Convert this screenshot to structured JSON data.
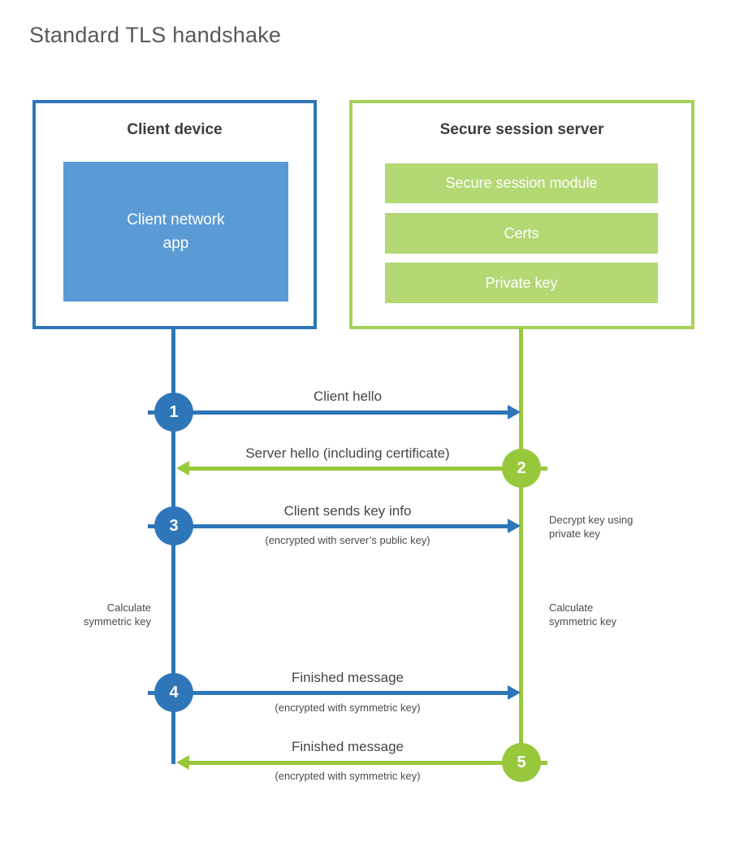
{
  "title": "Standard TLS handshake",
  "colors": {
    "blue_primary": "#2e76b8",
    "blue_fill": "#5b9bd5",
    "green_primary": "#97c83c",
    "green_border": "#a5d158",
    "green_fill": "#b3d874"
  },
  "client": {
    "title": "Client device",
    "app_label": "Client network\napp"
  },
  "server": {
    "title": "Secure session server",
    "modules": [
      "Secure session module",
      "Certs",
      "Private key"
    ]
  },
  "steps": [
    {
      "num": "1",
      "direction": "right",
      "actor": "client",
      "label": "Client hello",
      "sublabel": ""
    },
    {
      "num": "2",
      "direction": "left",
      "actor": "server",
      "label": "Server hello (including certificate)",
      "sublabel": ""
    },
    {
      "num": "3",
      "direction": "right",
      "actor": "client",
      "label": "Client sends key info",
      "sublabel": "(encrypted with server’s public key)"
    },
    {
      "num": "4",
      "direction": "right",
      "actor": "client",
      "label": "Finished message",
      "sublabel": "(encrypted with symmetric key)"
    },
    {
      "num": "5",
      "direction": "left",
      "actor": "server",
      "label": "Finished message",
      "sublabel": "(encrypted with symmetric key)"
    }
  ],
  "notes": {
    "decrypt": "Decrypt key using\nprivate key",
    "calc_left": "Calculate\nsymmetric key",
    "calc_right": "Calculate\nsymmetric key"
  }
}
